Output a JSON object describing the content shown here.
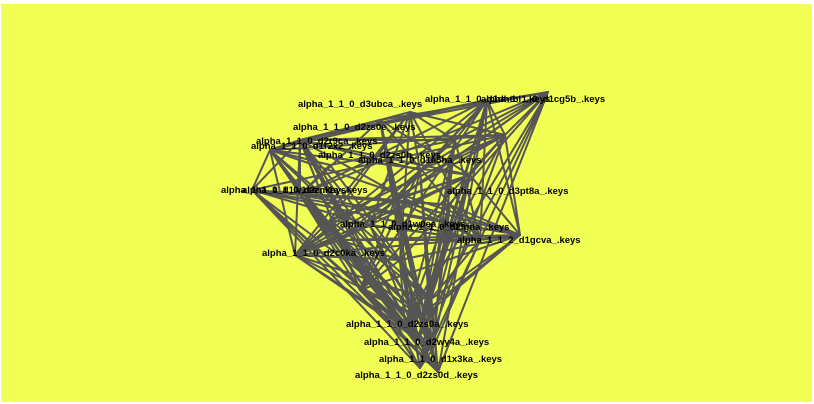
{
  "colors": {
    "background": "#f2ff55",
    "edge": "#555555",
    "label": "#000000"
  },
  "graph": {
    "nodes": [
      {
        "id": "n1",
        "label": "alpha_1_1_0_d3ubca_.keys"
      },
      {
        "id": "n2",
        "label": "alpha_1_1_0_d1dhtbl_.keys"
      },
      {
        "id": "n3",
        "label": "alpha_1_1_0_d1cg5b_.keys"
      },
      {
        "id": "n4",
        "label": "alpha_1_1_0_d2zs0e_.keys"
      },
      {
        "id": "n5",
        "label": "alpha_1_1_0_d2r9ca_.keys"
      },
      {
        "id": "n6",
        "label": "alpha_1_1_0_d1r2x2_.keys"
      },
      {
        "id": "n7",
        "label": "alpha_1_1_0_d2zs0b_.keys"
      },
      {
        "id": "n8",
        "label": "alpha_1_1_0_d1a5ha_.keys"
      },
      {
        "id": "n9",
        "label": "alpha_1_1_0_d1w1sa_.keys"
      },
      {
        "id": "n10",
        "label": "alpha_1_1_0_d2zm1a_.keys"
      },
      {
        "id": "n11",
        "label": "alpha_1_1_0_d3pt8a_.keys"
      },
      {
        "id": "n12",
        "label": "alpha_1_1_0_d1w0ea_.keys"
      },
      {
        "id": "n13",
        "label": "alpha_1_1_0_d2lgda_.keys"
      },
      {
        "id": "n14",
        "label": "alpha_1_1_2_d1gcva_.keys"
      },
      {
        "id": "n15",
        "label": "alpha_1_1_0_d2c0ka_.keys"
      },
      {
        "id": "n16",
        "label": "alpha_1_1_0_d2zs0a_.keys"
      },
      {
        "id": "n17",
        "label": "alpha_1_1_0_d2wy4a_.keys"
      },
      {
        "id": "n18",
        "label": "alpha_1_1_0_d1x3ka_.keys"
      },
      {
        "id": "n19",
        "label": "alpha_1_1_0_d2zs0d_.keys"
      }
    ]
  }
}
